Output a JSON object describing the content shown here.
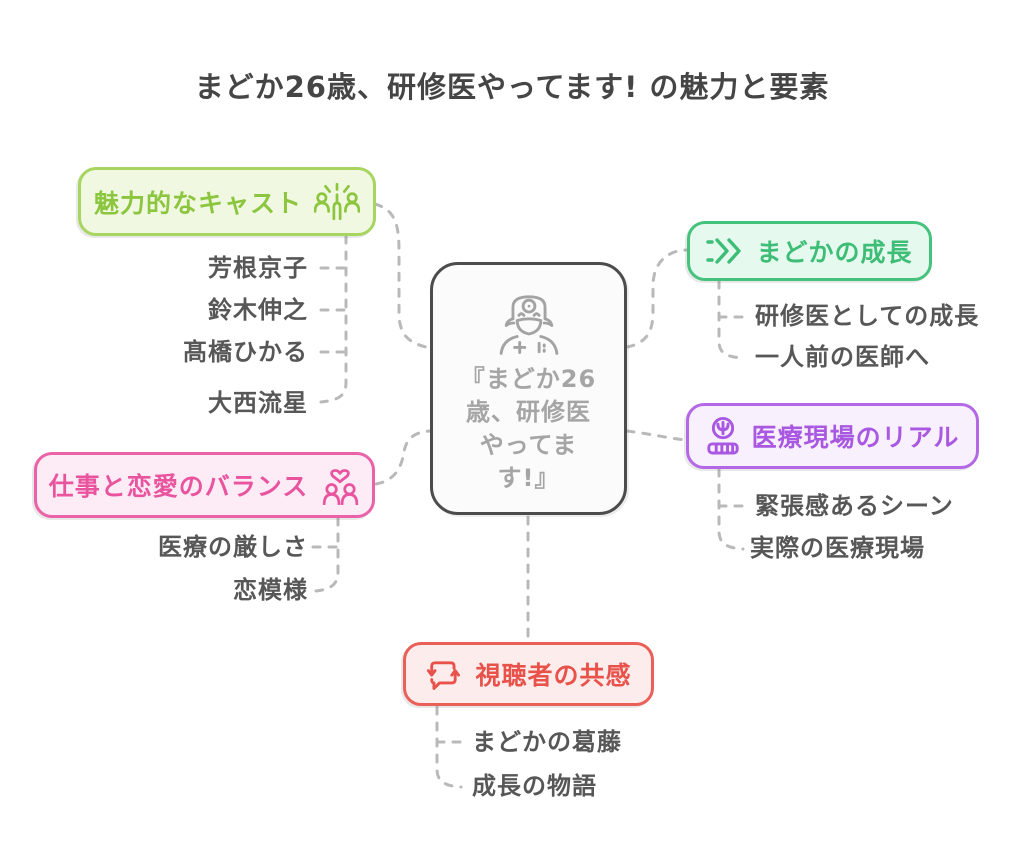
{
  "title": "まどか26歳、研修医やってます! の魅力と要素",
  "center": {
    "label": "『まどか26\n歳、研修医\nやってま\nす!』",
    "icon": "doctor-icon"
  },
  "branches": [
    {
      "id": "cast",
      "label": "魅力的なキャスト",
      "icon": "team-celebration-icon",
      "text_color": "#8cc63e",
      "border_color": "#a7d55f",
      "bg_color": "#f0f8e1",
      "items": [
        "芳根京子",
        "鈴木伸之",
        "髙橋ひかる",
        "大西流星"
      ]
    },
    {
      "id": "growth",
      "label": "まどかの成長",
      "icon": "fast-forward-icon",
      "text_color": "#3dbd76",
      "border_color": "#45c37d",
      "bg_color": "#e6f9ef",
      "items": [
        "研修医としての成長",
        "一人前の医師へ"
      ]
    },
    {
      "id": "medical",
      "label": "医療現場のリアル",
      "icon": "award-medal-icon",
      "text_color": "#a958e2",
      "border_color": "#b468e6",
      "bg_color": "#f8f0fd",
      "items": [
        "緊張感あるシーン",
        "実際の医療現場"
      ]
    },
    {
      "id": "balance",
      "label": "仕事と恋愛のバランス",
      "icon": "couple-heart-icon",
      "text_color": "#e9549f",
      "border_color": "#ea62a8",
      "bg_color": "#fdecf5",
      "items": [
        "医療の厳しさ",
        "恋模様"
      ]
    },
    {
      "id": "empathy",
      "label": "視聴者の共感",
      "icon": "chat-exchange-icon",
      "text_color": "#e8524b",
      "border_color": "#ea5f58",
      "bg_color": "#fdecec",
      "items": [
        "まどかの葛藤",
        "成長の物語"
      ]
    }
  ],
  "colors": {
    "background": "#ffffff",
    "title_text": "#454545",
    "item_text": "#575757",
    "connector_line": "#b9b9b9",
    "center_border": "#4c4c4c",
    "center_text": "#a5a5a5",
    "center_icon": "#a3a3a3"
  }
}
